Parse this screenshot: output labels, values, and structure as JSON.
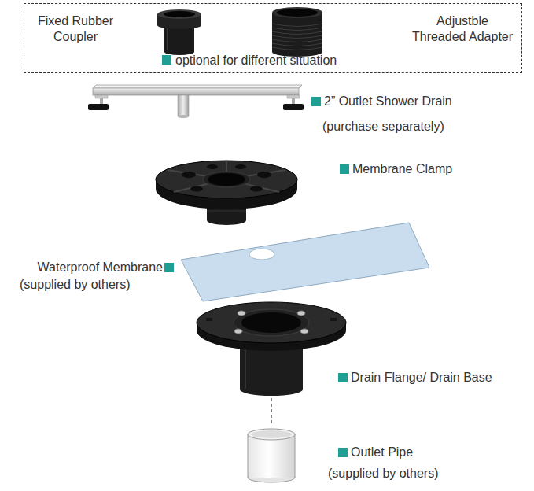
{
  "diagram": {
    "nodes": [
      {
        "text": [
          "Fixed Rubber Coupler",
          "Adjustble Threaded Adapter",
          "optional for different situation"
        ]
      }
    ],
    "labels": [
      "2” Outlet Shower Drain",
      "(purchase separately)",
      "Membrane Clamp",
      "Waterproof Membrane",
      "(supplied by others)",
      "Drain Flange/ Drain Base",
      "Outlet Pipe",
      "(supplied by others)"
    ]
  }
}
